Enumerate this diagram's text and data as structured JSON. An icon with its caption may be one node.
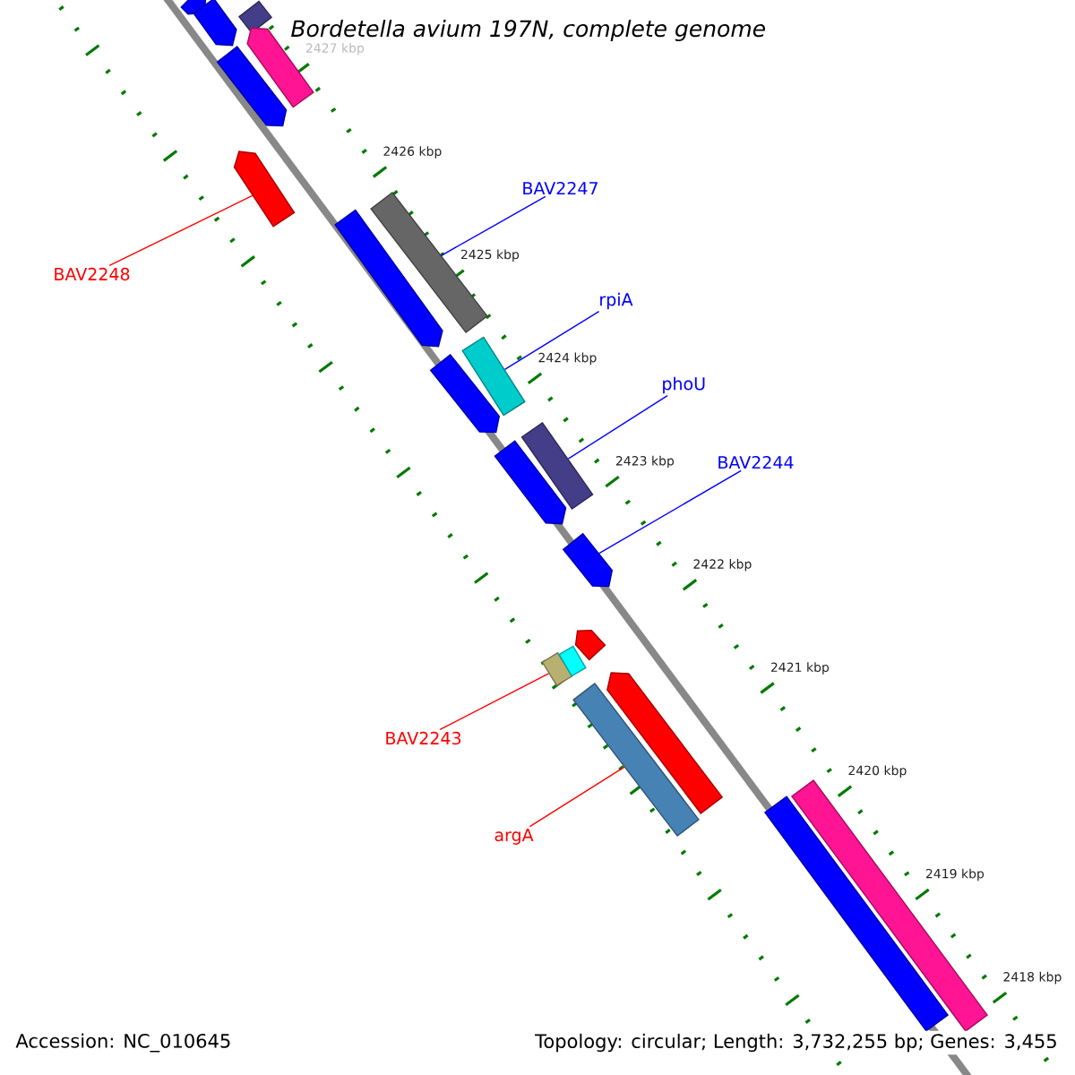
{
  "diagram": {
    "title": "Bordetella avium 197N, complete genome",
    "nodes": [
      {
        "text": [
          "BAV2247"
        ]
      },
      {
        "text": [
          "rpiA"
        ]
      },
      {
        "text": [
          "phoU"
        ]
      },
      {
        "text": [
          "BAV2244"
        ]
      },
      {
        "text": [
          "BAV2248"
        ]
      },
      {
        "text": [
          "BAV2243"
        ]
      },
      {
        "text": [
          "argA"
        ]
      },
      {
        "text": [],
        "shape": "bar"
      },
      {
        "text": [],
        "shape": "bar"
      },
      {
        "text": [],
        "shape": "bar"
      },
      {
        "text": [],
        "shape": "pentagon"
      },
      {
        "text": [],
        "shape": "pentagon"
      },
      {
        "text": [],
        "shape": "bar"
      },
      {
        "text": [],
        "shape": "bar"
      },
      {
        "text": [],
        "shape": "pentagon"
      },
      {
        "text": [],
        "shape": "pentagon"
      },
      {
        "text": [],
        "shape": "pentagon"
      },
      {
        "text": [],
        "shape": "bar"
      },
      {
        "text": [],
        "shape": "pentagon"
      },
      {
        "text": [],
        "shape": "pentagon"
      },
      {
        "text": [],
        "shape": "pentagon"
      },
      {
        "text": [],
        "shape": "pentagon"
      },
      {
        "text": [],
        "shape": "pentagon"
      },
      {
        "text": [],
        "shape": "bar"
      },
      {
        "text": [],
        "shape": "pentagon"
      },
      {
        "text": [],
        "shape": "bar"
      },
      {
        "text": [],
        "shape": "bar"
      }
    ],
    "edges": [
      {
        "from": 0,
        "to": 7,
        "arrow": "none"
      },
      {
        "from": 1,
        "to": 8,
        "arrow": "none"
      },
      {
        "from": 2,
        "to": 9,
        "arrow": "none"
      },
      {
        "from": 3,
        "to": 10,
        "arrow": "none"
      },
      {
        "from": 4,
        "to": 11,
        "arrow": "none",
        "color": "#ff0000"
      },
      {
        "from": 5,
        "to": 12,
        "arrow": "none",
        "color": "#ff0000"
      },
      {
        "from": 6,
        "to": 13,
        "arrow": "none",
        "color": "#ff0000"
      }
    ],
    "labels": [
      "2427 kbp",
      "2426 kbp",
      "2425 kbp",
      "2424 kbp",
      "2423 kbp",
      "2422 kbp",
      "2421 kbp",
      "2420 kbp",
      "2419 kbp",
      "2418 kbp",
      "Accession: NC_010645",
      "Topology: circular; Length: 3,732,255 bp; Genes: 3,455"
    ]
  }
}
